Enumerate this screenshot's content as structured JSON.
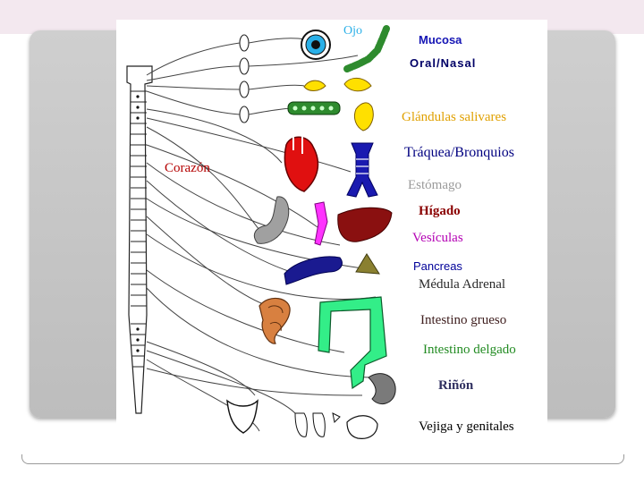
{
  "colors": {
    "ojo": "#2ab0e8",
    "mucosa": "#1414b4",
    "oral_nasal": "#000066",
    "glandulas": "#e0a000",
    "traquea": "#000080",
    "corazon": "#b40000",
    "estomago": "#9a9a9a",
    "higado": "#8a0000",
    "vesiculas": "#b400b4",
    "pancreas": "#000099",
    "medula": "#2a2a2a",
    "intestino_grueso": "#402020",
    "intestino_delgado": "#228b22",
    "rinon": "#303060",
    "vejiga": "#000000"
  },
  "labels": {
    "ojo": "Ojo",
    "mucosa": "Mucosa",
    "oral_nasal": "Oral/Nasal",
    "glandulas": "Glándulas salivares",
    "traquea": "Tráquea/Bronquios",
    "corazon": "Corazón",
    "estomago": "Estómago",
    "higado": "Hígado",
    "vesiculas": "Vesículas",
    "pancreas": "Pancreas",
    "medula": "Médula  Adrenal",
    "intestino_grueso": "Intestino grueso",
    "intestino_delgado": "Intestino delgado",
    "rinon": "Riñón",
    "vejiga": "Vejiga y genitales"
  }
}
